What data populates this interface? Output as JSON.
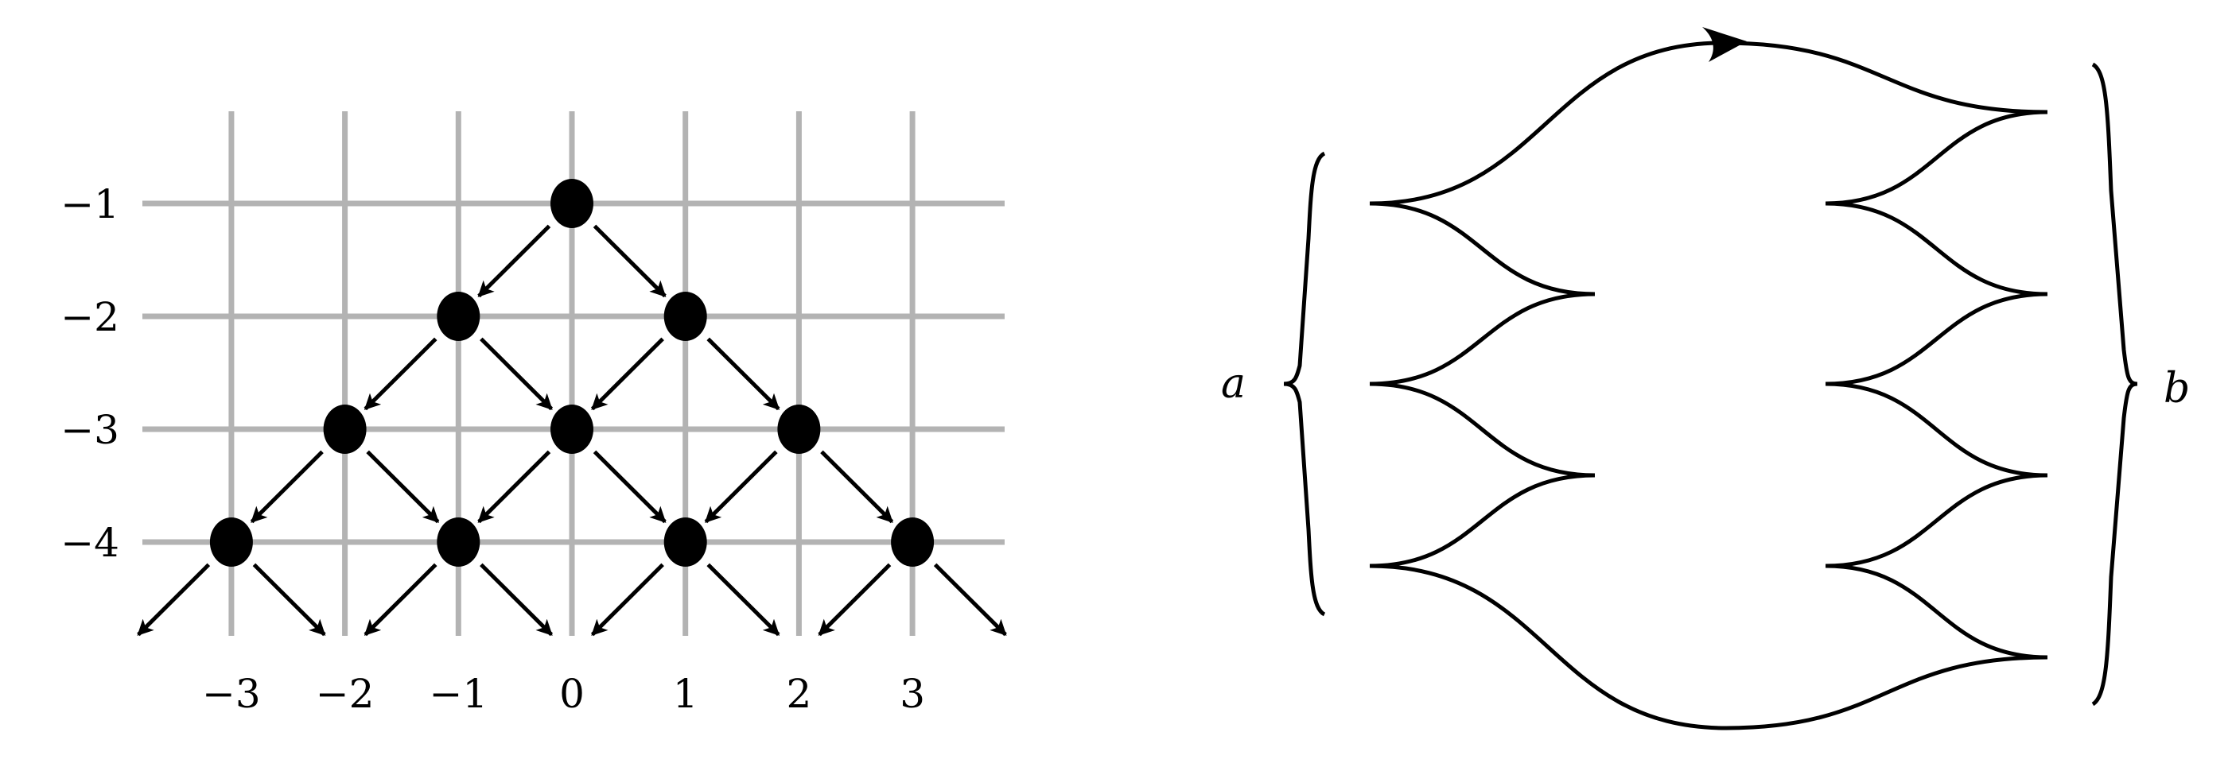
{
  "lattice": {
    "x_labels": [
      "−3",
      "−2",
      "−1",
      "0",
      "1",
      "2",
      "3"
    ],
    "y_labels": [
      "−1",
      "−2",
      "−3",
      "−4"
    ],
    "x_values": [
      -3,
      -2,
      -1,
      0,
      1,
      2,
      3
    ],
    "y_values": [
      -1,
      -2,
      -3,
      -4
    ],
    "nodes": [
      {
        "x": 0,
        "y": -1
      },
      {
        "x": -1,
        "y": -2
      },
      {
        "x": 1,
        "y": -2
      },
      {
        "x": -2,
        "y": -3
      },
      {
        "x": 0,
        "y": -3
      },
      {
        "x": 2,
        "y": -3
      },
      {
        "x": -3,
        "y": -4
      },
      {
        "x": -1,
        "y": -4
      },
      {
        "x": 1,
        "y": -4
      },
      {
        "x": 3,
        "y": -4
      }
    ],
    "grid_color": "#b3b3b3",
    "node_color": "#000000"
  },
  "graph": {
    "left_label": "a",
    "right_label": "b"
  }
}
